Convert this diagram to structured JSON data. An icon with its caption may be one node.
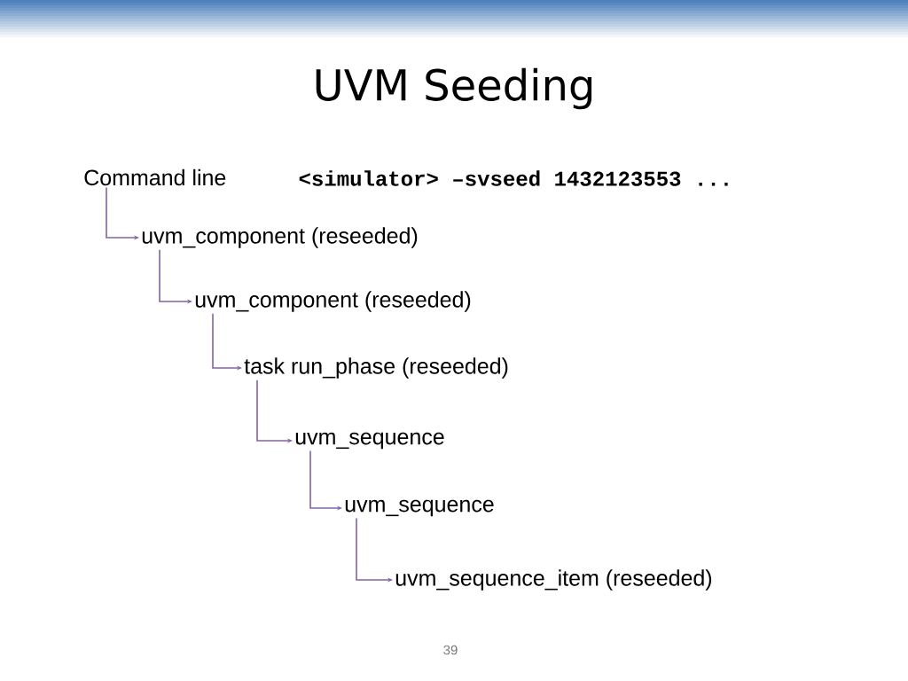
{
  "diagram": {
    "title": "UVM Seeding",
    "nodes": [
      {
        "text": [
          "Command line"
        ]
      },
      {
        "text": [
          "uvm_component (reseeded)"
        ]
      },
      {
        "text": [
          "uvm_component (reseeded)"
        ]
      },
      {
        "text": [
          "task run_phase (reseeded)"
        ]
      },
      {
        "text": [
          "uvm_sequence"
        ]
      },
      {
        "text": [
          "uvm_sequence"
        ]
      },
      {
        "text": [
          "uvm_sequence_item (reseeded)"
        ]
      }
    ],
    "edges": [
      {
        "from": 0,
        "to": 1,
        "arrow": "to"
      },
      {
        "from": 1,
        "to": 2,
        "arrow": "to"
      },
      {
        "from": 2,
        "to": 3,
        "arrow": "to"
      },
      {
        "from": 3,
        "to": 4,
        "arrow": "to"
      },
      {
        "from": 4,
        "to": 5,
        "arrow": "to"
      },
      {
        "from": 5,
        "to": 6,
        "arrow": "to"
      }
    ],
    "labels": [
      "<simulator> –svseed 1432123553 ...",
      "39"
    ]
  }
}
